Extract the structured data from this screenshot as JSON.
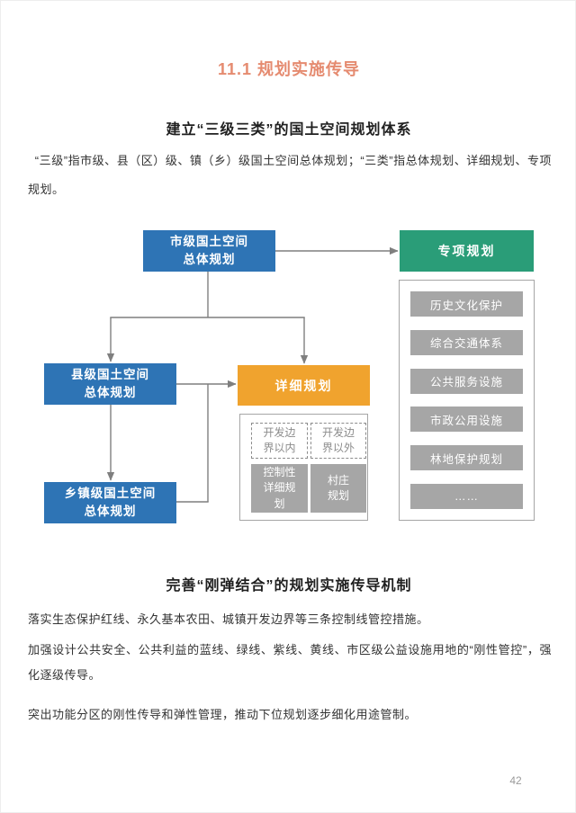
{
  "header": {
    "title": "11.1 规划实施传导"
  },
  "section_system": {
    "heading": "建立“三级三类”的国土空间规划体系",
    "body": "“三级”指市级、县（区）级、镇（乡）级国土空间总体规划；“三类”指总体规划、详细规划、专项规划。"
  },
  "diagram": {
    "city_plan": "市级国土空间\n总体规划",
    "county_plan": "县级国土空间\n总体规划",
    "township_plan": "乡镇级国土空间\n总体规划",
    "special_plan": "专项规划",
    "detail_plan": "详细规划",
    "special_items": [
      "历史文化保护",
      "综合交通体系",
      "公共服务设施",
      "市政公用设施",
      "林地保护规划",
      "……"
    ],
    "detail_zones": [
      "开发边\n界以内",
      "开发边\n界以外"
    ],
    "detail_types": [
      "控制性\n详细规\n划",
      "村庄\n规划"
    ],
    "colors": {
      "blue_box": "#2E74B5",
      "green_box": "#2A9D78",
      "orange_box": "#F0A32E",
      "gray_box": "#A6A6A6",
      "connector": "#7F7F7F",
      "title_accent": "#E58B70"
    }
  },
  "section_mechanism": {
    "heading": "完善“刚弹结合”的规划实施传导机制",
    "paragraphs": [
      "落实生态保护红线、永久基本农田、城镇开发边界等三条控制线管控措施。",
      "加强设计公共安全、公共利益的蓝线、绿线、紫线、黄线、市区级公益设施用地的“刚性管控”，强化逐级传导。",
      "突出功能分区的刚性传导和弹性管理，推动下位规划逐步细化用途管制。"
    ]
  },
  "footer": {
    "page_number": "42"
  }
}
